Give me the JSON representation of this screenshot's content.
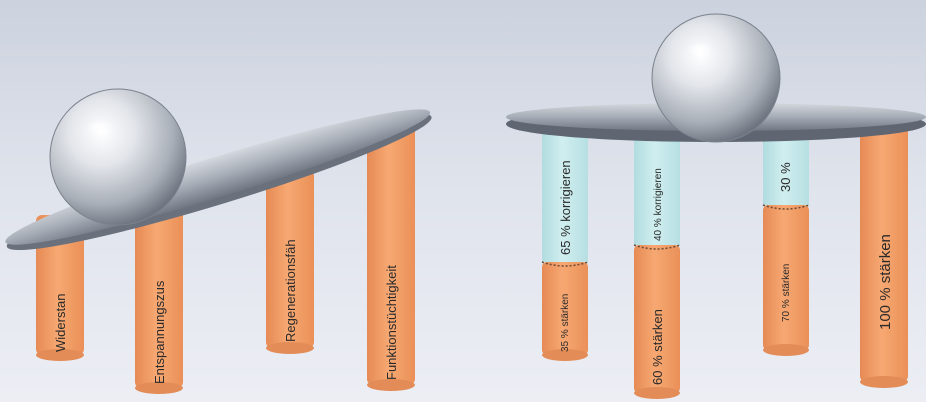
{
  "left_diagram": {
    "pillars": [
      {
        "label": "Widerstan"
      },
      {
        "label": "Entspannungszus"
      },
      {
        "label": "Regenerationsfäh"
      },
      {
        "label": "Funktionstüchtigkeit"
      }
    ]
  },
  "right_diagram": {
    "pillars": [
      {
        "upper_label": "65 % korrigieren",
        "lower_label": "35 % stärken",
        "strengthen_fraction": 0.35
      },
      {
        "upper_label": "40 % korrigieren",
        "lower_label": "60 % stärken",
        "strengthen_fraction": 0.6
      },
      {
        "upper_label": "30 %",
        "lower_label": "70 % stärken",
        "strengthen_fraction": 0.7
      },
      {
        "upper_label": "",
        "lower_label": "100 % stärken",
        "strengthen_fraction": 1.0
      }
    ]
  },
  "colors": {
    "pillar_orange": "#f5a06a",
    "pillar_cyan": "#c3e6e8",
    "plate": "#9ea4ae"
  }
}
